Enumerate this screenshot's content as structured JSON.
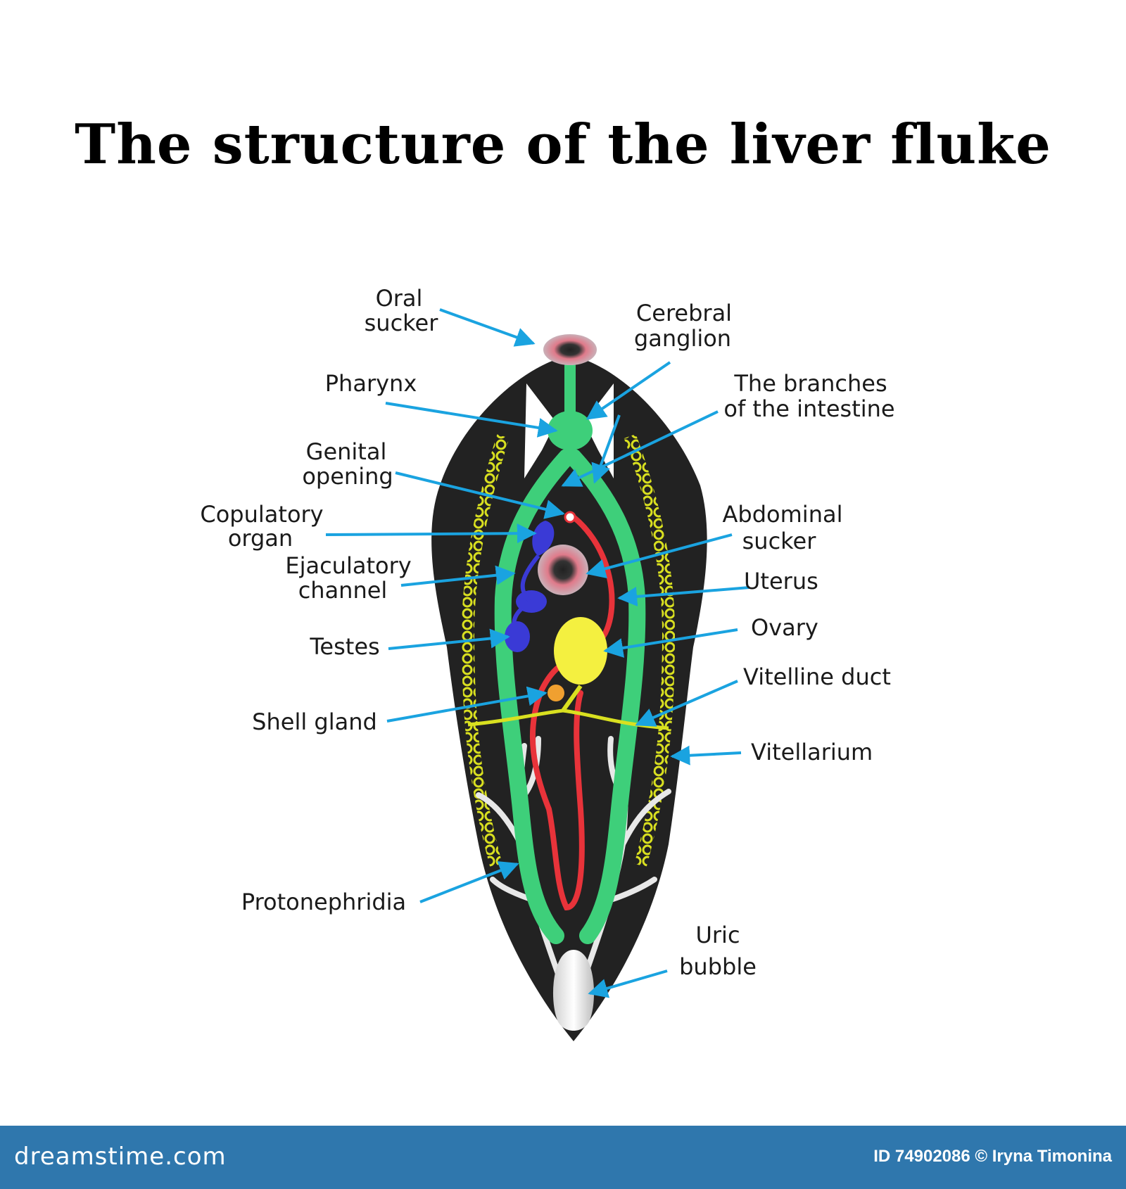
{
  "title": "The structure of the liver fluke",
  "labels": {
    "oral_sucker": [
      "Oral",
      "sucker"
    ],
    "cerebral_ganglion": [
      "Cerebral",
      "ganglion"
    ],
    "pharynx": "Pharynx",
    "intestine_branches": [
      "The branches",
      "of the intestine"
    ],
    "genital_opening": [
      "Genital",
      "opening"
    ],
    "copulatory_organ": [
      "Copulatory",
      "organ"
    ],
    "abdominal_sucker": [
      "Abdominal",
      "sucker"
    ],
    "ejaculatory_channel": [
      "Ejaculatory",
      "channel"
    ],
    "uterus": "Uterus",
    "ovary": "Ovary",
    "testes": "Testes",
    "vitelline_duct": "Vitelline duct",
    "shell_gland": "Shell gland",
    "vitellarium": "Vitellarium",
    "protonephridia": "Protonephridia",
    "uric_bubble": [
      "Uric",
      "bubble"
    ]
  },
  "footer": {
    "logo": "dreamstime.com",
    "credit": "ID 74902086 © Iryna Timonina"
  },
  "colors": {
    "body": "#222222",
    "intestine": "#3ecf7a",
    "vitellarium": "#d9e020",
    "uterus": "#e8333a",
    "testes": "#3a3ad6",
    "arrow": "#1aa3e0",
    "footer": "#2f77ad"
  }
}
